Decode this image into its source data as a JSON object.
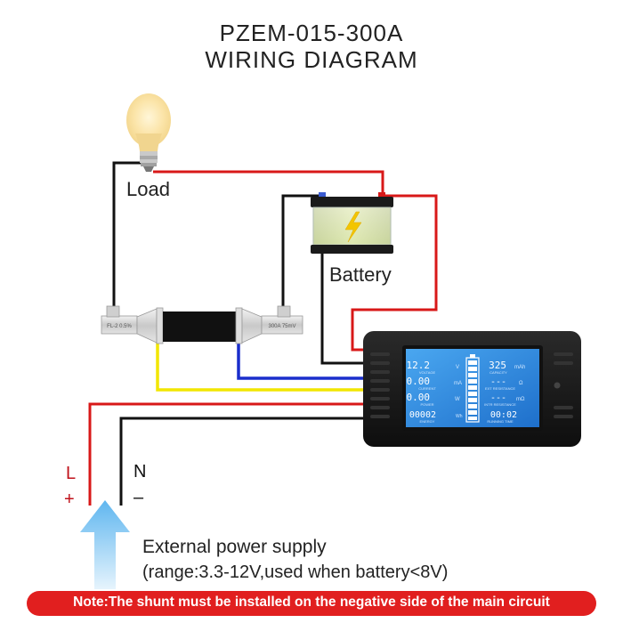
{
  "title": {
    "line1": "PZEM-015-300A",
    "line2": "WIRING DIAGRAM"
  },
  "labels": {
    "load": "Load",
    "battery": "Battery",
    "L": "L",
    "plus": "+",
    "N": "N",
    "minus": "–"
  },
  "shunt": {
    "left_mark": "FL-2 0.5%",
    "right_mark": "300A 75mV"
  },
  "power_supply": {
    "line1": "External power supply",
    "line2": "(range:3.3-12V,used when battery<8V)"
  },
  "note": "Note:The shunt must be installed on the negative side of the main circuit",
  "meter": {
    "voltage": {
      "value": "12.2",
      "unit": "V",
      "label": "VOLTAGE"
    },
    "current": {
      "value": "0.00",
      "unit": "mA",
      "label": "CURRENT"
    },
    "power": {
      "value": "0.00",
      "unit": "W",
      "label": "POWER"
    },
    "energy": {
      "value": "00002",
      "unit": "Wh",
      "label": "ENERGY"
    },
    "capacity": {
      "value": "325",
      "unit": "mAh",
      "label": "CAPACITY"
    },
    "ext_resistance": {
      "value": "---",
      "unit": "Ω",
      "label": "EXT RESISTANCE"
    },
    "intr_resistance": {
      "value": "---",
      "unit": "mΩ",
      "label": "INTR RESISTANCE"
    },
    "running_time": {
      "value": "00:02",
      "label": "RUNNING TIME"
    },
    "battery_level_percent": 100
  },
  "colors": {
    "positive_wire": "#d81818",
    "negative_wire": "#111111",
    "yellow_wire": "#f2e600",
    "blue_wire": "#1a2ecc",
    "lcd_background": "#2f8ee0",
    "note_background": "#e11f1f",
    "arrow": "#8ecaf2"
  }
}
